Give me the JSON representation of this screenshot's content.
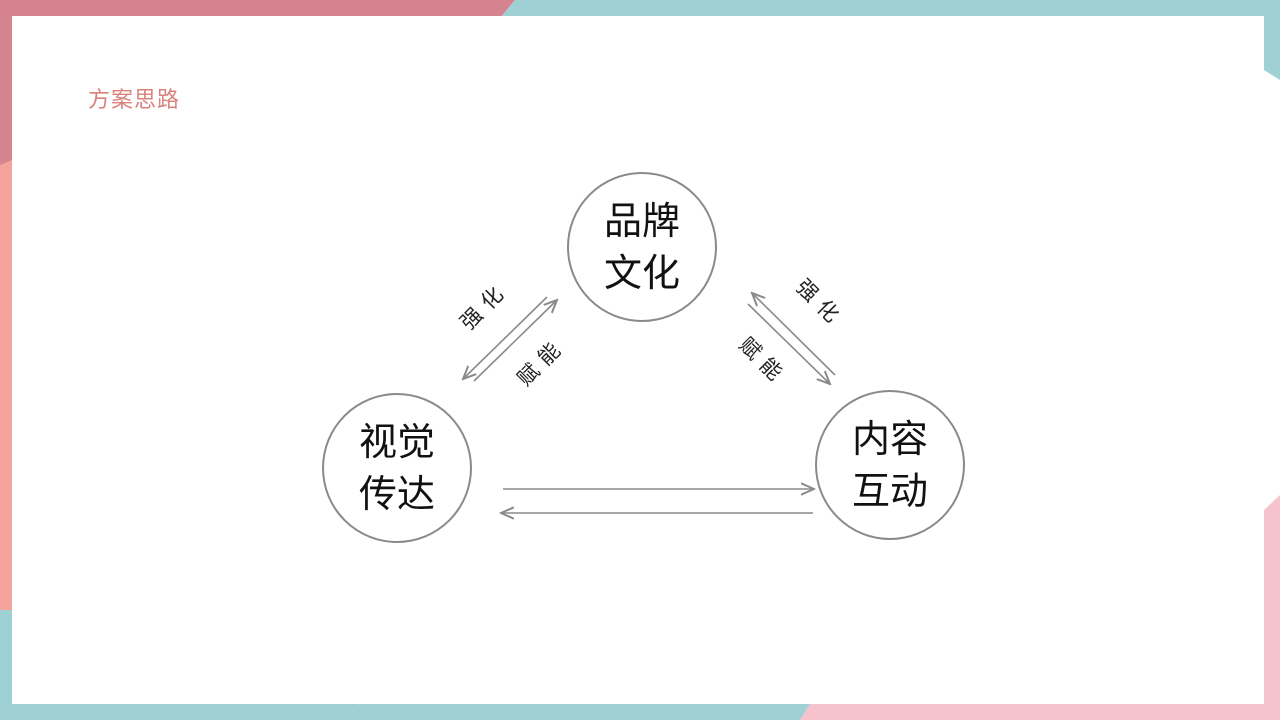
{
  "slide": {
    "title": "方案思路"
  },
  "colors": {
    "title": "#d9827c",
    "corner_pink": "#d4838f",
    "corner_salmon": "#f4a29a",
    "corner_teal": "#9fd0d3",
    "corner_light_pink": "#f6c3cc",
    "connector": "#8a8a8a"
  },
  "nodes": {
    "brand": {
      "line1": "品牌",
      "line2": "文化"
    },
    "visual": {
      "line1": "视觉",
      "line2": "传达"
    },
    "content": {
      "line1": "内容",
      "line2": "互动"
    }
  },
  "edges": {
    "left_upper_label": "强化",
    "left_lower_label": "赋能",
    "right_upper_label": "强化",
    "right_lower_label": "赋能"
  }
}
